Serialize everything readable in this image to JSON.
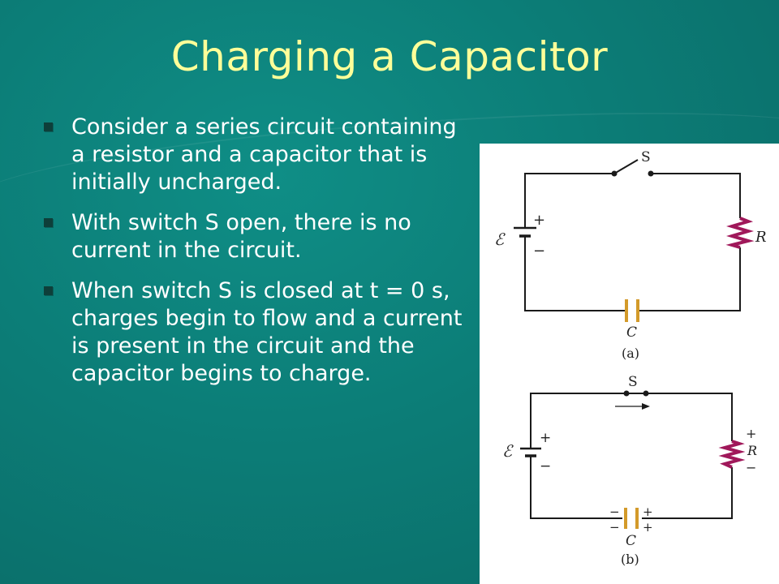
{
  "title": "Charging a Capacitor",
  "bullets": [
    "Consider a series circuit containing a resistor and a capacitor that is initially uncharged.",
    "With switch S open, there is no current in the circuit.",
    "When switch S is closed at t = 0 s, charges begin to flow and a current is present in the circuit and the capacitor begins to charge."
  ],
  "figure_a": {
    "switch_label": "S",
    "emf_label": "ℰ",
    "plus": "+",
    "minus": "−",
    "resistor_label": "R",
    "capacitor_label": "C",
    "caption": "(a)"
  },
  "figure_b": {
    "switch_label": "S",
    "emf_label": "ℰ",
    "plus": "+",
    "minus": "−",
    "resistor_label": "R",
    "capacitor_label": "C",
    "caption": "(b)"
  },
  "colors": {
    "background": "#0c7d77",
    "title": "#ffff99",
    "text": "#ffffff",
    "resistor": "#a0185a",
    "capacitor": "#d39a2a",
    "wire": "#1a1a1a"
  }
}
